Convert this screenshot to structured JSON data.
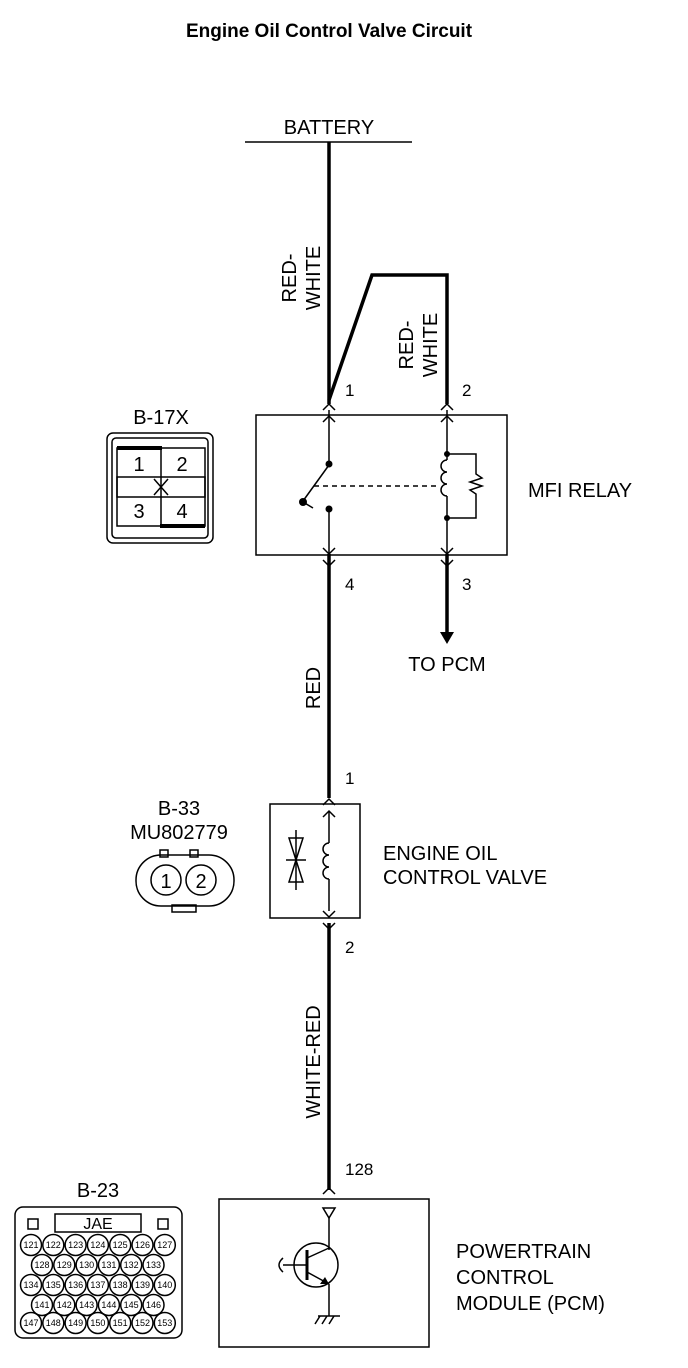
{
  "title": "Engine Oil Control Valve Circuit",
  "source": "BATTERY",
  "wires": {
    "battery_to_relay": "RED-WHITE",
    "battery_to_relay_split": [
      "RED-",
      "WHITE"
    ],
    "branch_to_relay": "RED-WHITE",
    "branch_to_relay_split": [
      "RED-",
      "WHITE"
    ],
    "relay_to_valve": "RED",
    "valve_to_pcm": "WHITE-RED"
  },
  "relay": {
    "name": "MFI RELAY",
    "pins": [
      "1",
      "2",
      "4",
      "3"
    ],
    "output_to": "TO PCM"
  },
  "relay_connector": {
    "id": "B-17X",
    "cells": [
      "1",
      "2",
      "3",
      "4"
    ]
  },
  "valve": {
    "name_line1": "ENGINE OIL",
    "name_line2": "CONTROL VALVE",
    "pins": [
      "1",
      "2"
    ]
  },
  "valve_connector": {
    "id": "B-33",
    "part": "MU802779",
    "pins": [
      "1",
      "2"
    ]
  },
  "pcm": {
    "name_line1": "POWERTRAIN",
    "name_line2": "CONTROL",
    "name_line3": "MODULE (PCM)",
    "pin": "128"
  },
  "pcm_connector": {
    "id": "B-23",
    "tag": "JAE",
    "rows": [
      [
        "121",
        "122",
        "123",
        "124",
        "125",
        "126",
        "127"
      ],
      [
        "128",
        "129",
        "130",
        "131",
        "132",
        "133"
      ],
      [
        "134",
        "135",
        "136",
        "137",
        "138",
        "139",
        "140"
      ],
      [
        "141",
        "142",
        "143",
        "144",
        "145",
        "146"
      ],
      [
        "147",
        "148",
        "149",
        "150",
        "151",
        "152",
        "153"
      ]
    ]
  }
}
